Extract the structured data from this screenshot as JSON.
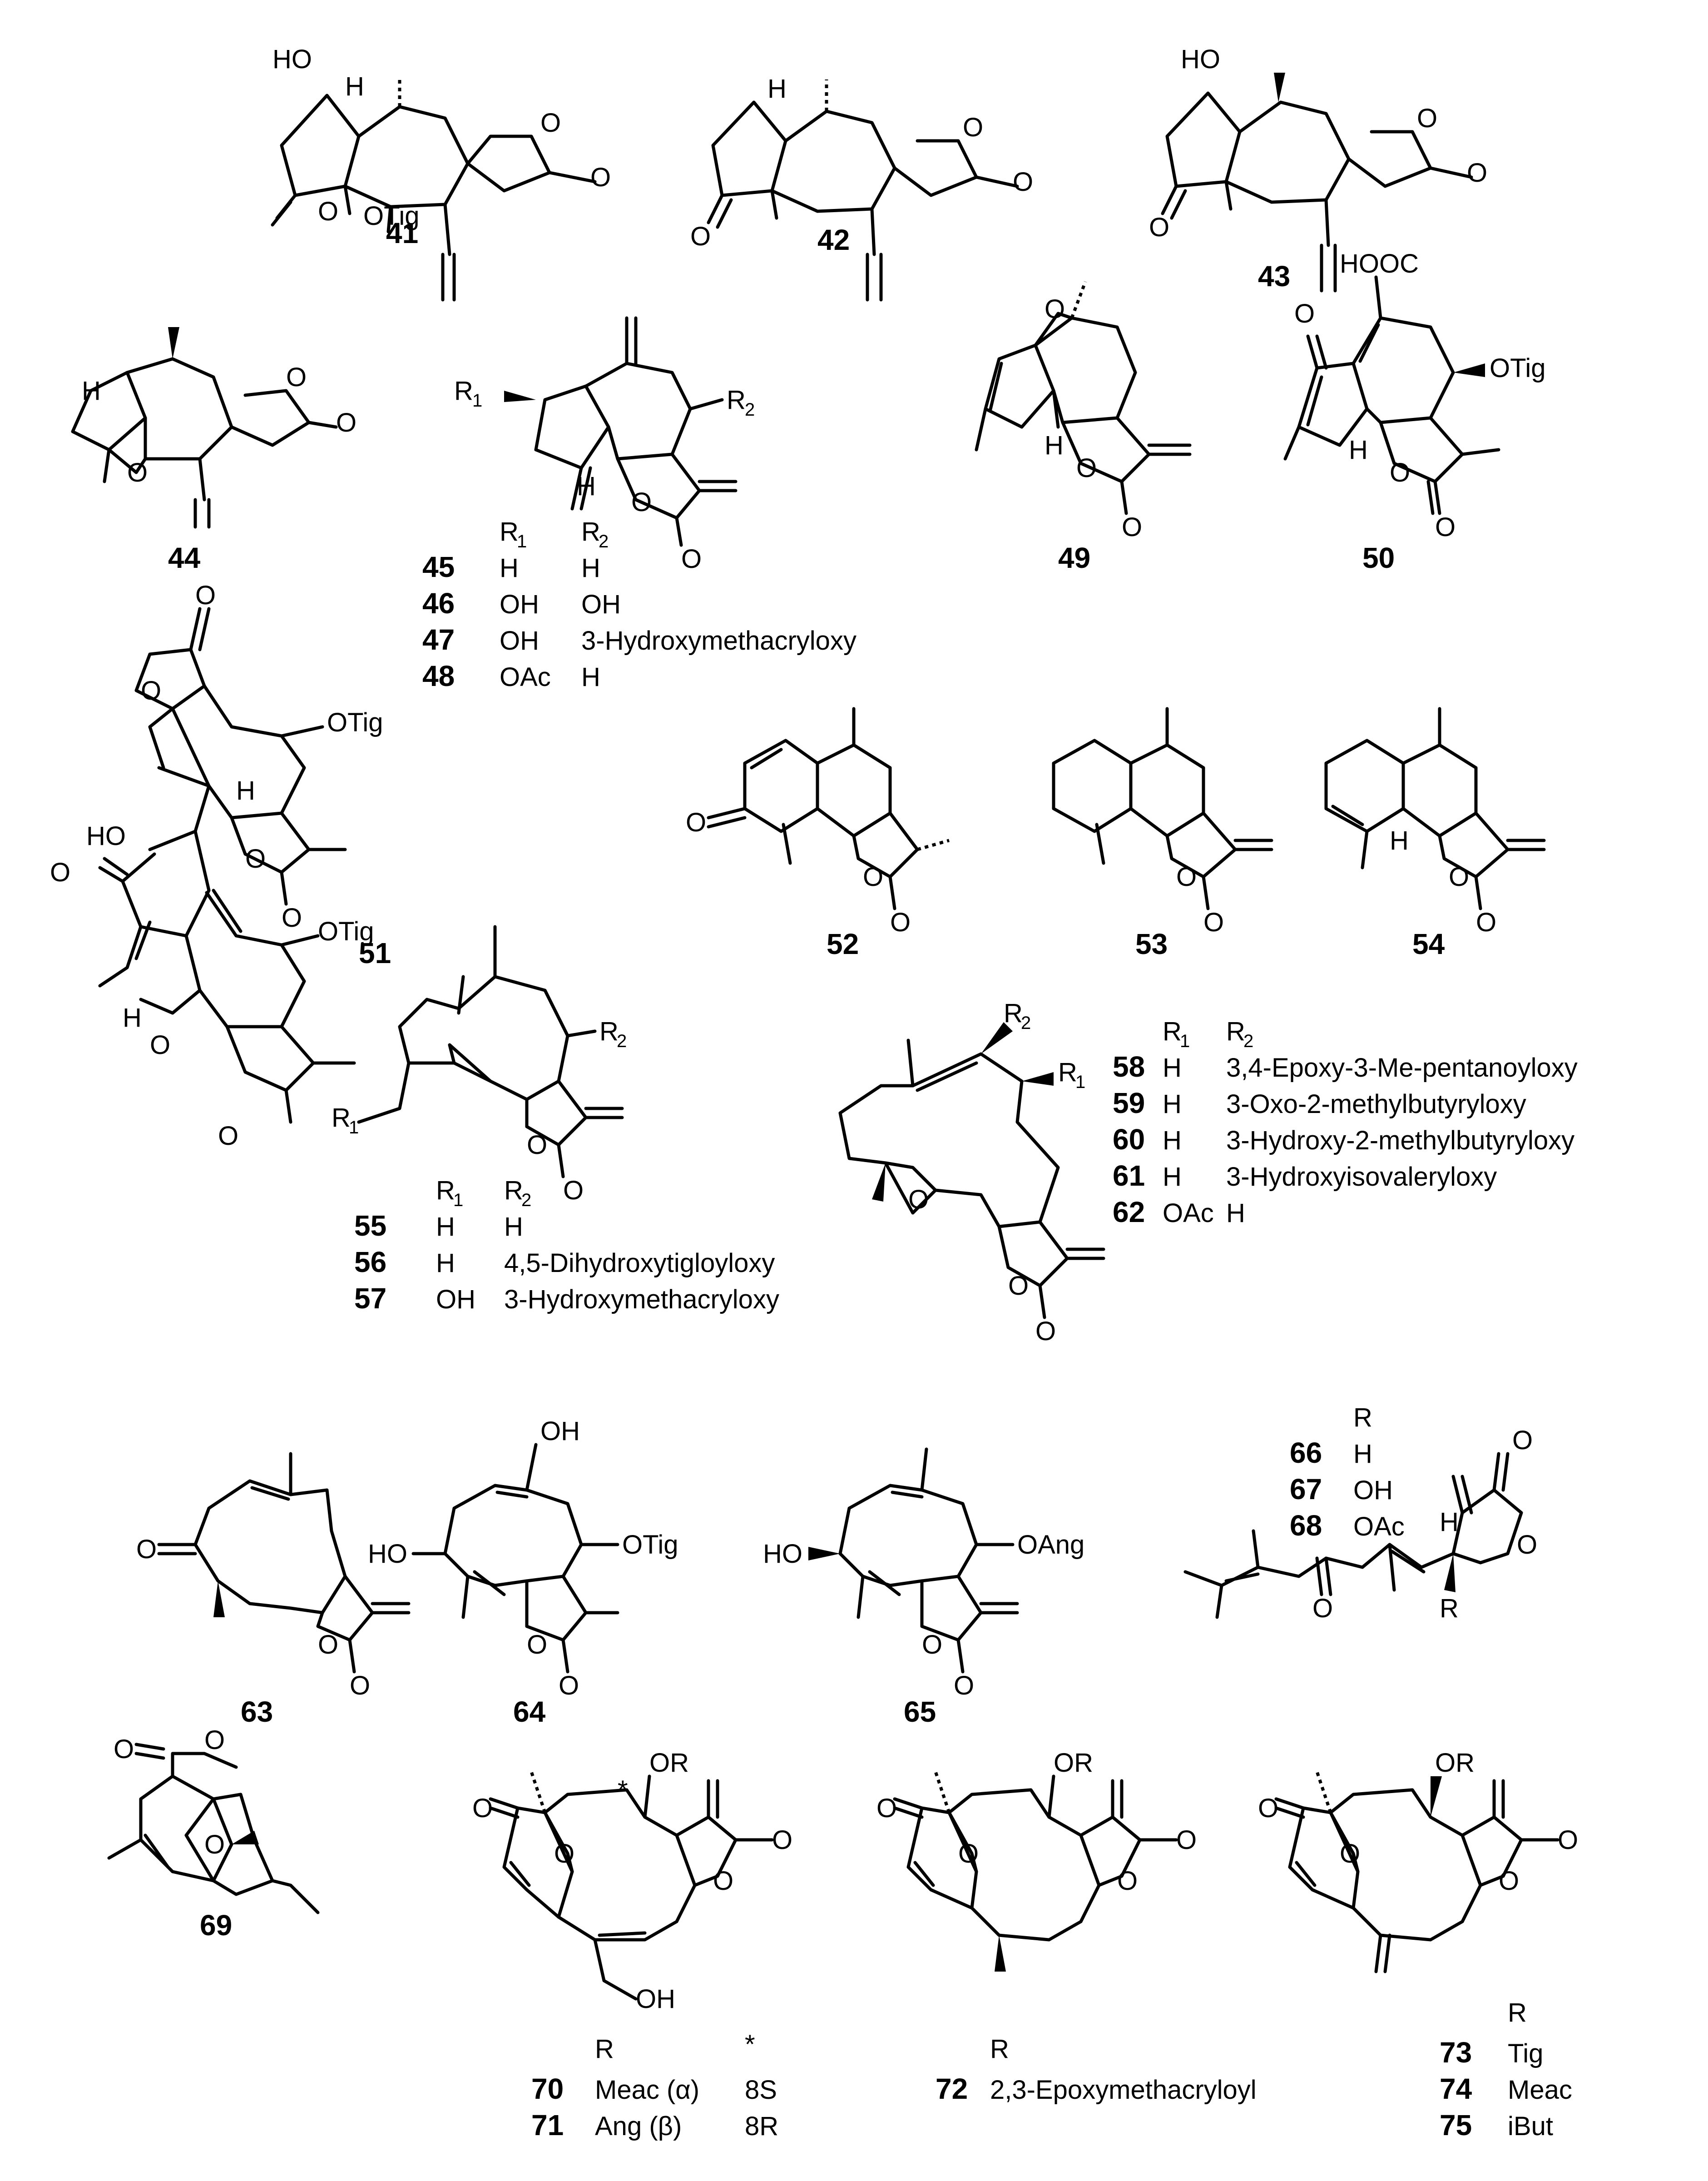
{
  "compounds": {
    "c41": "41",
    "c42": "42",
    "c43": "43",
    "c44": "44",
    "c49": "49",
    "c50": "50",
    "c51": "51",
    "c52": "52",
    "c53": "53",
    "c54": "54",
    "c63": "63",
    "c64": "64",
    "c65": "65",
    "c69": "69"
  },
  "atoms": {
    "ho": "HO",
    "h": "H",
    "o": "O",
    "otig": "OTig",
    "oang": "OAng",
    "hooc": "HOOC",
    "oh": "OH",
    "or": "OR",
    "r": "R",
    "r2": "R"
  },
  "table_45_48": {
    "head1": "R",
    "head2": "R",
    "rows": [
      {
        "id": "45",
        "r1": "H",
        "r2": "H"
      },
      {
        "id": "46",
        "r1": "OH",
        "r2": "OH"
      },
      {
        "id": "47",
        "r1": "OH",
        "r2": "3-Hydroxymethacryloxy"
      },
      {
        "id": "48",
        "r1": "OAc",
        "r2": "H"
      }
    ]
  },
  "table_55_57": {
    "rows": [
      {
        "id": "55",
        "r1": "H",
        "r2": "H"
      },
      {
        "id": "56",
        "r1": "H",
        "r2": "4,5-Dihydroxytigloyloxy"
      },
      {
        "id": "57",
        "r1": "OH",
        "r2": "3-Hydroxymethacryloxy"
      }
    ]
  },
  "table_58_62": {
    "rows": [
      {
        "id": "58",
        "r1": "H",
        "r2": "3,4-Epoxy-3-Me-pentanoyloxy"
      },
      {
        "id": "59",
        "r1": "H",
        "r2": "3-Oxo-2-methylbutyryloxy"
      },
      {
        "id": "60",
        "r1": "H",
        "r2": "3-Hydroxy-2-methylbutyryloxy"
      },
      {
        "id": "61",
        "r1": "H",
        "r2": "3-Hydroxyisovaleryloxy"
      },
      {
        "id": "62",
        "r1": "OAc",
        "r2": "H"
      }
    ]
  },
  "table_66_68": {
    "head": "R",
    "rows": [
      {
        "id": "66",
        "r": "H"
      },
      {
        "id": "67",
        "r": "OH"
      },
      {
        "id": "68",
        "r": "OAc"
      }
    ]
  },
  "table_70_71": {
    "head": "R",
    "star": "*",
    "rows": [
      {
        "id": "70",
        "r": "Meac (α)",
        "config": "8S"
      },
      {
        "id": "71",
        "r": "Ang (β)",
        "config": "8R"
      }
    ]
  },
  "table_72": {
    "head": "R",
    "rows": [
      {
        "id": "72",
        "r": "2,3-Epoxymethacryloyl"
      }
    ]
  },
  "table_73_75": {
    "head": "R",
    "rows": [
      {
        "id": "73",
        "r": "Tig"
      },
      {
        "id": "74",
        "r": "Meac"
      },
      {
        "id": "75",
        "r": "iBut"
      }
    ]
  },
  "subscripts": {
    "one": "1",
    "two": "2"
  }
}
